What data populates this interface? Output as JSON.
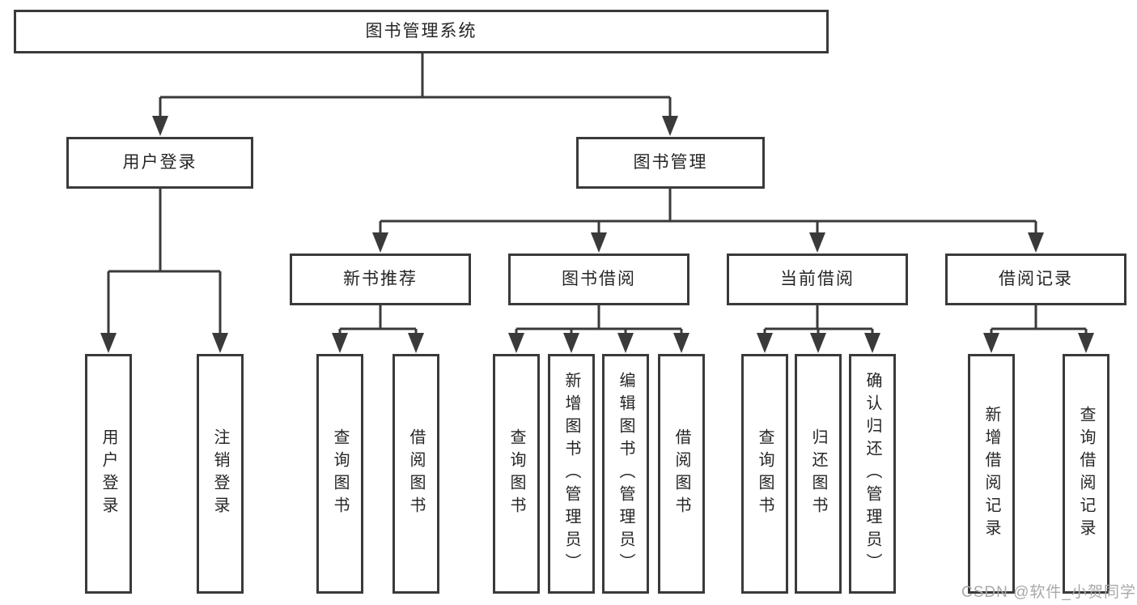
{
  "diagram": {
    "root": {
      "label": "图书管理系统"
    },
    "level2": [
      {
        "label": "用户登录"
      },
      {
        "label": "图书管理"
      }
    ],
    "level3": [
      {
        "label": "新书推荐"
      },
      {
        "label": "图书借阅"
      },
      {
        "label": "当前借阅"
      },
      {
        "label": "借阅记录"
      }
    ],
    "leaves": [
      {
        "label": "用户登录"
      },
      {
        "label": "注销登录"
      },
      {
        "label": "查询图书"
      },
      {
        "label": "借阅图书"
      },
      {
        "label": "查询图书"
      },
      {
        "label": "新增图书（管理员）"
      },
      {
        "label": "编辑图书（管理员）"
      },
      {
        "label": "借阅图书"
      },
      {
        "label": "查询图书"
      },
      {
        "label": "归还图书"
      },
      {
        "label": "确认归还（管理员）"
      },
      {
        "label": "新增借阅记录"
      },
      {
        "label": "查询借阅记录"
      }
    ],
    "watermark": "CSDN @软件_小贺同学",
    "colors": {
      "line": "#3a3a3a",
      "text": "#262626",
      "watermark": "#a9a9a9",
      "background": "#ffffff"
    }
  }
}
